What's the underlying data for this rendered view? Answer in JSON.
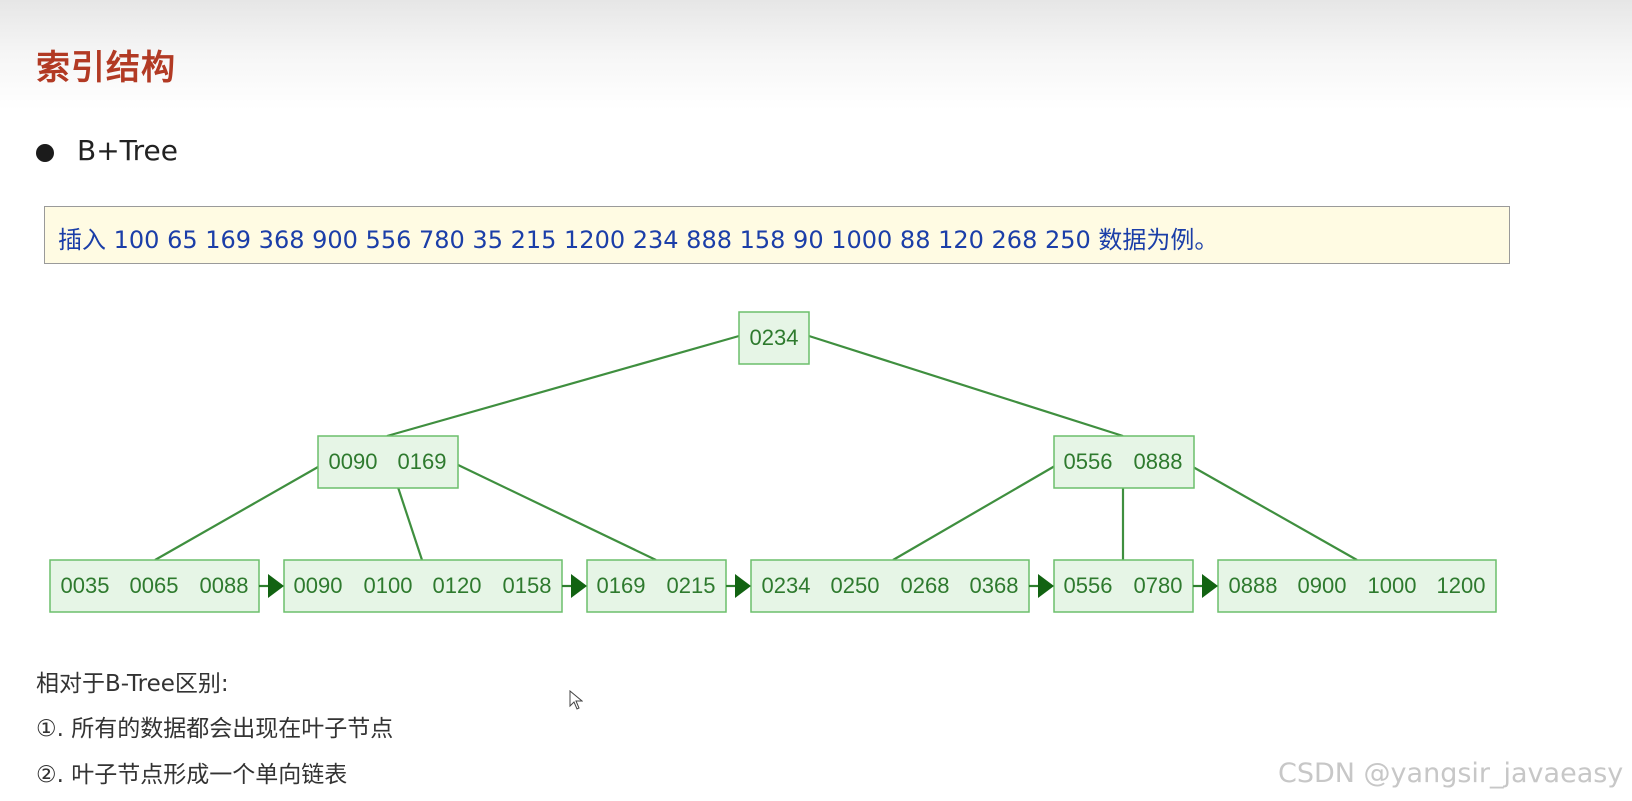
{
  "page": {
    "title": "索引结构",
    "subtitle": "B+Tree",
    "note": "插入 100 65 169 368 900 556 780 35 215 1200 234 888 158 90 1000 88 120 268 250 数据为例。"
  },
  "tree": {
    "root": [
      "0234"
    ],
    "internal": [
      [
        "0090",
        "0169"
      ],
      [
        "0556",
        "0888"
      ]
    ],
    "leaves": [
      [
        "0035",
        "0065",
        "0088"
      ],
      [
        "0090",
        "0100",
        "0120",
        "0158"
      ],
      [
        "0169",
        "0215"
      ],
      [
        "0234",
        "0250",
        "0268",
        "0368"
      ],
      [
        "0556",
        "0780"
      ],
      [
        "0888",
        "0900",
        "1000",
        "1200"
      ]
    ]
  },
  "differences": {
    "label": "相对于B-Tree区别:",
    "items": [
      "①. 所有的数据都会出现在叶子节点",
      "②. 叶子节点形成一个单向链表"
    ]
  },
  "watermark": "CSDN @yangsir_javaeasy",
  "colors": {
    "title": "#b23a24",
    "note_text": "#1b3ea8",
    "node_fill": "#e6f5e6",
    "node_stroke": "#6cbf6c",
    "edge": "#3f8f3f"
  }
}
